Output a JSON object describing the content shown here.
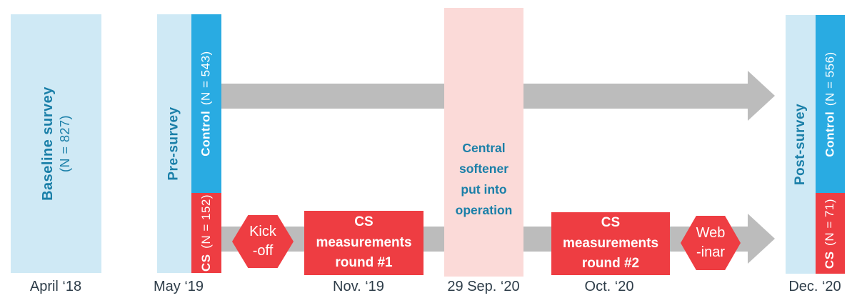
{
  "palette": {
    "light_blue": "#cfe9f5",
    "cyan": "#29abe2",
    "red": "#ee3d42",
    "pink": "#fbdad8",
    "gray": "#bcbcbc",
    "teal_text": "#1a7fa8",
    "date_text": "#2e3d49"
  },
  "baseline": {
    "title": "Baseline survey",
    "n": "(N = 827)",
    "date": "April ‘18"
  },
  "pre": {
    "label": "Pre-survey",
    "date": "May ‘19",
    "control_name": "Control",
    "control_n": "(N = 543)",
    "cs_name": "CS",
    "cs_n": "(N = 152)"
  },
  "post": {
    "label": "Post-survey",
    "date": "Dec. ‘20",
    "control_name": "Control",
    "control_n": "(N = 556)",
    "cs_name": "CS",
    "cs_n": "(N = 71)"
  },
  "events": {
    "kickoff_label": "Kick\n-off",
    "round1_label": "CS\nmeasurements\nround #1",
    "round1_date": "Nov. ‘19",
    "softener_label": "Central\nsoftener\nput into\noperation",
    "softener_date": "29 Sep. ‘20",
    "round2_label": "CS\nmeasurements\nround #2",
    "round2_date": "Oct. ‘20",
    "webinar_label": "Web\n-inar"
  }
}
